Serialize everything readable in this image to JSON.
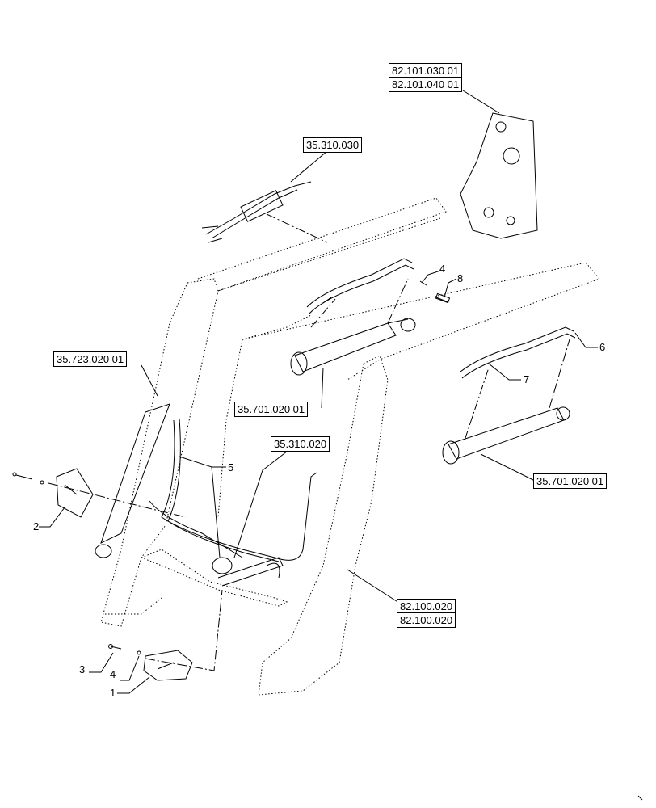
{
  "references": {
    "boom_upper_1": "82.101.030 01",
    "boom_upper_2": "82.101.040 01",
    "harness": "35.310.030",
    "cylinder_left": "35.723.020 01",
    "cylinder_center": "35.701.020 01",
    "hose_kit": "35.310.020",
    "cylinder_right": "35.701.020 01",
    "frame_1": "82.100.020",
    "frame_2": "82.100.020"
  },
  "callouts": {
    "c1": "1",
    "c2": "2",
    "c3": "3",
    "c4_lower": "4",
    "c4_upper": "4",
    "c5": "5",
    "c6": "6",
    "c7": "7",
    "c8": "8"
  },
  "colors": {
    "line": "#000000",
    "background": "#ffffff"
  }
}
